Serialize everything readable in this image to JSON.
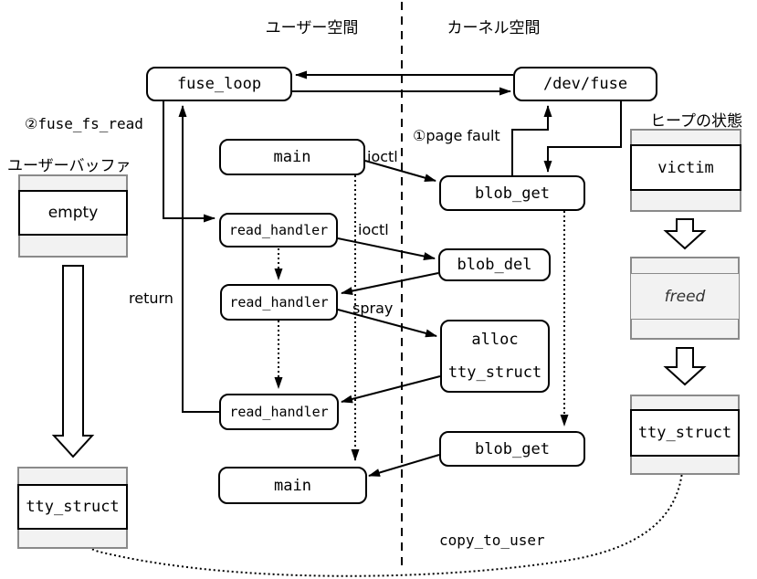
{
  "diagram": {
    "regions": {
      "user_space": "ユーザー空間",
      "kernel_space": "カーネル空間"
    },
    "nodes": {
      "fuse_loop": "fuse_loop",
      "dev_fuse": "/dev/fuse",
      "main_top": "main",
      "blob_get_top": "blob_get",
      "read_handler_1": "read_handler",
      "blob_del": "blob_del",
      "read_handler_2": "read_handler",
      "alloc": {
        "line1": "alloc",
        "line2": "tty_struct"
      },
      "read_handler_3": "read_handler",
      "blob_get_bottom": "blob_get",
      "main_bottom": "main"
    },
    "labels": {
      "page_fault": "①page fault",
      "fuse_fs_read": "②fuse_fs_read",
      "ioctl_main": "ioctl",
      "ioctl_handler": "ioctl",
      "spray": "spray",
      "return_label": "return",
      "copy_to_user": "copy_to_user"
    },
    "memory": {
      "user_buffer_title": "ユーザーバッファ",
      "user_buffer_cell": "empty",
      "user_tty_cell": "tty_struct",
      "heap_title": "ヒープの状態",
      "heap_victim_cell": "victim",
      "heap_freed_cell": "freed",
      "heap_tty_cell": "tty_struct"
    },
    "colors": {
      "line": "#000000",
      "memory_fill": "#f2f2f2",
      "memory_border": "#8a8a8a",
      "background": "#ffffff"
    }
  }
}
